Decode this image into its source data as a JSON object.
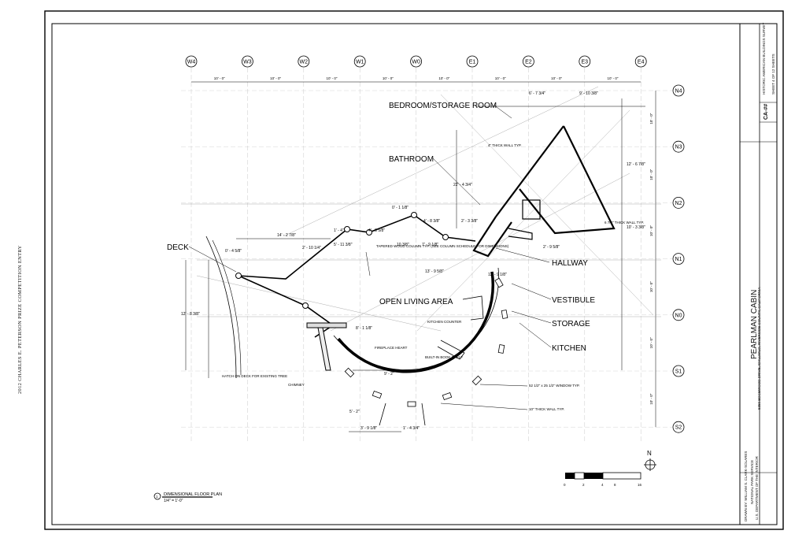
{
  "competition_entry": "2012 CHARLES E. PETERSON PRIZE COMPETITION ENTRY",
  "grid": {
    "columns": [
      "W4",
      "W3",
      "W2",
      "W1",
      "W0",
      "E1",
      "E2",
      "E3",
      "E4"
    ],
    "rows": [
      "N4",
      "N3",
      "N2",
      "N1",
      "N0",
      "S1",
      "S2"
    ],
    "column_spacing": "10' - 0\"",
    "row_spacing": "10' - 0\""
  },
  "rooms": {
    "bedroom": "BEDROOM/STORAGE ROOM",
    "bathroom": "BATHROOM",
    "deck": "DECK",
    "hallway": "HALLWAY",
    "open_living": "OPEN LIVING AREA",
    "vestibule": "VESTIBULE",
    "storage": "STORAGE",
    "kitchen": "KITCHEN"
  },
  "notes": {
    "tapered_column": "TAPERED WOOD COLUMN TYP. (SEE COLUMN SCHEDULE FOR DIMENSIONS)",
    "kitchen_counter": "KITCHEN COUNTER",
    "fireplace_heart": "FIREPLACE HEART",
    "book_shelf": "BUILT-IN BOOK SHELF",
    "hatch_deck": "HATCH ON DECK FOR EXISTING TREE",
    "chimney": "CHIMNEY",
    "window": "52 1/2\" x 25 1/2\" WINDOW TYP.",
    "thick_wall_10": "10\" THICK WALL TYP.",
    "thick_wall_4": "4\" THICK WALL TYP.",
    "thick_wall_6": "6 7/8\" THICK WALL TYP."
  },
  "dimensions": {
    "d1": "14' - 2 7/8\"",
    "d2": "0' - 4 5/8\"",
    "d3": "2' - 10 1/4\"",
    "d4": "1' - 4\"",
    "d5": "4' - 8 5/8\"",
    "d6": "5' - 11 3/8\"",
    "d7": "0' - 1 1/8\"",
    "d8": "4' - 8 3/8\"",
    "d9": "2' - 3 3/8\"",
    "d10": "7' - 9 1/8\"",
    "d11": "10 3/8\"",
    "d12": "12' - 8 3/8\"",
    "d13": "13' - 9 5/8\"",
    "d14": "8' - 1 1/8\"",
    "d15": "9' - 2\"",
    "d16": "3' - 9 1/8\"",
    "d17": "1' - 4 3/4\"",
    "d18": "5' - 2\"",
    "d19": "6' - 7 3/4\"",
    "d20": "9' - 10 3/8\"",
    "d21": "2' - 9 5/8\"",
    "d22": "22' - 4 3/4\"",
    "d23": "12' - 9 1/8\"",
    "d24": "12' - 6 7/8\"",
    "d25": "10' - 3 3/8\""
  },
  "drawing_title": "DIMENSIONAL FLOOR PLAN",
  "drawing_number": "1",
  "scale": "1/4\" = 1'-0\"",
  "scale_bar_labels": [
    "0",
    "2",
    "4",
    "8",
    "16"
  ],
  "north_label": "N",
  "title_block": {
    "project": "PEARLMAN CABIN",
    "address": "5350 EDGEWOOD DRIVE, IDYLLWILD, RIVERSIDE COUNTY, CALIFORNIA",
    "agency1": "NATIONAL PARK SERVICE",
    "agency2": "U.S. DEPARTMENT OF THE INTERIOR",
    "drawn_by": "DRAWN BY: WILLIAM S. CLARK-SOLARES",
    "program": "HISTORIC AMERICAN BUILDINGS SURVEY",
    "sheet": "SHEET 4 OF 12 SHEETS",
    "survey_no": "CA-##"
  }
}
